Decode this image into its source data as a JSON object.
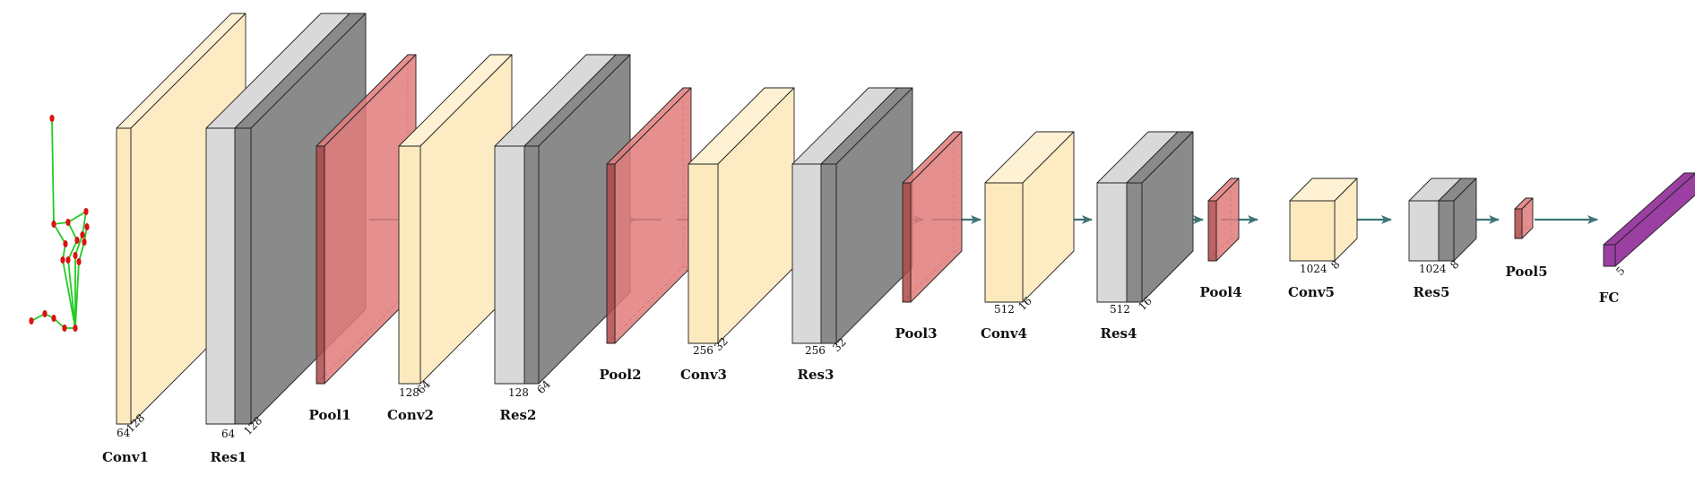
{
  "colors": {
    "conv_front": "#fde9be",
    "conv_side": "#fdebc4",
    "conv_top": "#fff1d4",
    "res_light": "#d9d9d9",
    "res_dark": "#8a8a8a",
    "pool": "#e27b7b",
    "pool_dark": "#b04848",
    "fc": "#9b3fa3",
    "arrow": "#3e7477",
    "skeleton_line": "#22cc22",
    "skeleton_joint": "#dd1111"
  },
  "layers": [
    {
      "id": "conv1",
      "name": "Conv1",
      "kind": "conv",
      "dims": [
        "64",
        "128"
      ]
    },
    {
      "id": "res1",
      "name": "Res1",
      "kind": "res",
      "dims": [
        "64",
        "128"
      ]
    },
    {
      "id": "pool1",
      "name": "Pool1",
      "kind": "pool",
      "dims": []
    },
    {
      "id": "conv2",
      "name": "Conv2",
      "kind": "conv",
      "dims": [
        "128",
        "64"
      ]
    },
    {
      "id": "res2",
      "name": "Res2",
      "kind": "res",
      "dims": [
        "128",
        "64"
      ]
    },
    {
      "id": "pool2",
      "name": "Pool2",
      "kind": "pool",
      "dims": []
    },
    {
      "id": "conv3",
      "name": "Conv3",
      "kind": "conv",
      "dims": [
        "256",
        "32"
      ]
    },
    {
      "id": "res3",
      "name": "Res3",
      "kind": "res",
      "dims": [
        "256",
        "32"
      ]
    },
    {
      "id": "pool3",
      "name": "Pool3",
      "kind": "pool",
      "dims": []
    },
    {
      "id": "conv4",
      "name": "Conv4",
      "kind": "conv",
      "dims": [
        "512",
        "16"
      ]
    },
    {
      "id": "res4",
      "name": "Res4",
      "kind": "res",
      "dims": [
        "512",
        "16"
      ]
    },
    {
      "id": "pool4",
      "name": "Pool4",
      "kind": "pool",
      "dims": []
    },
    {
      "id": "conv5",
      "name": "Conv5",
      "kind": "conv",
      "dims": [
        "1024",
        "8"
      ]
    },
    {
      "id": "res5",
      "name": "Res5",
      "kind": "res",
      "dims": [
        "1024",
        "8"
      ]
    },
    {
      "id": "pool5",
      "name": "Pool5",
      "kind": "pool",
      "dims": []
    },
    {
      "id": "fc",
      "name": "FC",
      "kind": "fc",
      "dims": [
        "5"
      ]
    }
  ]
}
